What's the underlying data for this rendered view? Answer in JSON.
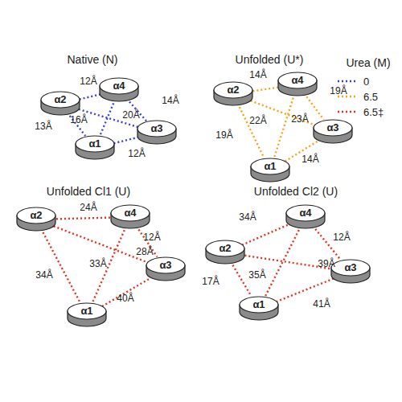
{
  "diagram": {
    "nodes": [
      {
        "text": [
          "α2"
        ]
      },
      {
        "text": [
          "α4"
        ]
      },
      {
        "text": [
          "α3"
        ]
      },
      {
        "text": [
          "α1"
        ]
      },
      {
        "text": [
          "α2"
        ]
      },
      {
        "text": [
          "α4"
        ]
      },
      {
        "text": [
          "α3"
        ]
      },
      {
        "text": [
          "α1"
        ]
      },
      {
        "text": [
          "α2"
        ]
      },
      {
        "text": [
          "α4"
        ]
      },
      {
        "text": [
          "α3"
        ]
      },
      {
        "text": [
          "α1"
        ]
      },
      {
        "text": [
          "α2"
        ]
      },
      {
        "text": [
          "α4"
        ]
      },
      {
        "text": [
          "α3"
        ]
      },
      {
        "text": [
          "α1"
        ]
      }
    ],
    "edges": [
      {
        "from": 0,
        "to": 1,
        "arrow": "none",
        "label": "12Å"
      },
      {
        "from": 1,
        "to": 2,
        "arrow": "none",
        "label": "14Å"
      },
      {
        "from": 0,
        "to": 3,
        "arrow": "none",
        "label": "13Å"
      },
      {
        "from": 3,
        "to": 2,
        "arrow": "none",
        "label": "12Å"
      },
      {
        "from": 0,
        "to": 2,
        "arrow": "none",
        "label": "20Å"
      },
      {
        "from": 1,
        "to": 3,
        "arrow": "none",
        "label": "16Å"
      },
      {
        "from": 4,
        "to": 5,
        "arrow": "none",
        "label": "14Å"
      },
      {
        "from": 5,
        "to": 6,
        "arrow": "none",
        "label": "19Å"
      },
      {
        "from": 4,
        "to": 7,
        "arrow": "none",
        "label": "19Å"
      },
      {
        "from": 7,
        "to": 6,
        "arrow": "none",
        "label": "14Å"
      },
      {
        "from": 4,
        "to": 6,
        "arrow": "none",
        "label": "22Å"
      },
      {
        "from": 5,
        "to": 7,
        "arrow": "none",
        "label": "23Å"
      },
      {
        "from": 8,
        "to": 9,
        "arrow": "none",
        "label": "24Å"
      },
      {
        "from": 9,
        "to": 10,
        "arrow": "none",
        "label": "12Å"
      },
      {
        "from": 8,
        "to": 11,
        "arrow": "none",
        "label": "34Å"
      },
      {
        "from": 11,
        "to": 10,
        "arrow": "none",
        "label": "40Å"
      },
      {
        "from": 8,
        "to": 10,
        "arrow": "none",
        "label": "28Å"
      },
      {
        "from": 9,
        "to": 11,
        "arrow": "none",
        "label": "33Å"
      },
      {
        "from": 12,
        "to": 13,
        "arrow": "none",
        "label": "34Å"
      },
      {
        "from": 13,
        "to": 14,
        "arrow": "none",
        "label": "12Å"
      },
      {
        "from": 12,
        "to": 15,
        "arrow": "none",
        "label": "17Å"
      },
      {
        "from": 15,
        "to": 14,
        "arrow": "none",
        "label": "41Å"
      },
      {
        "from": 12,
        "to": 14,
        "arrow": "none",
        "label": "39Å"
      },
      {
        "from": 13,
        "to": 15,
        "arrow": "none",
        "label": "35Å"
      }
    ],
    "labels": [
      "Native (N)",
      "Unfolded (U*)",
      "Unfolded Cl1 (U)",
      "Unfolded Cl2 (U)",
      "Urea (M)"
    ],
    "legend": [
      {
        "text": "0"
      },
      {
        "text": "6.5"
      },
      {
        "text": "6.5‡"
      }
    ]
  }
}
